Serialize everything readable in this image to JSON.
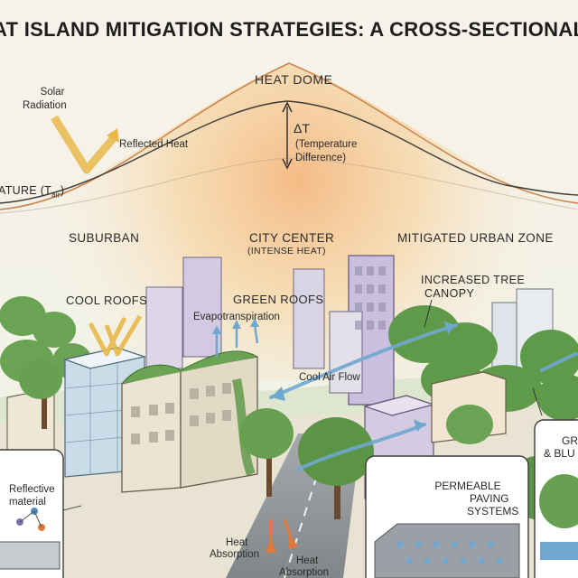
{
  "title": "AT ISLAND MITIGATION STRATEGIES: A CROSS-SECTIONAL",
  "heat_dome": {
    "label": "HEAT DOME",
    "delta_t": "ΔT",
    "delta_desc_1": "(Temperature",
    "delta_desc_2": "Difference)"
  },
  "solar": {
    "line1": "Solar",
    "line2": "Radiation",
    "reflected": "Reflected Heat"
  },
  "air_temp": {
    "prefix": "ATURE (T",
    "sub": "air",
    "suffix": ")"
  },
  "zones": {
    "suburban": "SUBURBAN",
    "city_center": "CITY CENTER",
    "city_center_sub": "(INTENSE HEAT)",
    "mitigated": "MITIGATED URBAN ZONE"
  },
  "labels": {
    "cool_roofs": "COOL ROOFS",
    "green_roofs": "GREEN ROOFS",
    "evapotranspiration": "Evapotranspiration",
    "tree_canopy_1": "INCREASED TREE",
    "tree_canopy_2": "CANOPY",
    "cool_air_flow": "Cool Air Flow",
    "green_blue_1": "GR",
    "green_blue_2": "& BLU",
    "reflective_1": "Reflective",
    "reflective_2": "material",
    "permeable_1": "PERMEABLE",
    "permeable_2": "PAVING",
    "permeable_3": "SYSTEMS",
    "heat_abs_a_1": "Heat",
    "heat_abs_a_2": "Absorption",
    "heat_abs_b_1": "Heat",
    "heat_abs_b_2": "Absorption"
  },
  "colors": {
    "dome_hot": "#f2b37a",
    "dome_warm": "#f7dcb0",
    "tree": "#5f9a4a",
    "cool_arrow": "#6fa8cf",
    "heat_arrow": "#e0793e",
    "sun_arrow": "#e8b94a",
    "building_lilac": "#cbc0dc",
    "building_grey": "#d4d8dc"
  }
}
